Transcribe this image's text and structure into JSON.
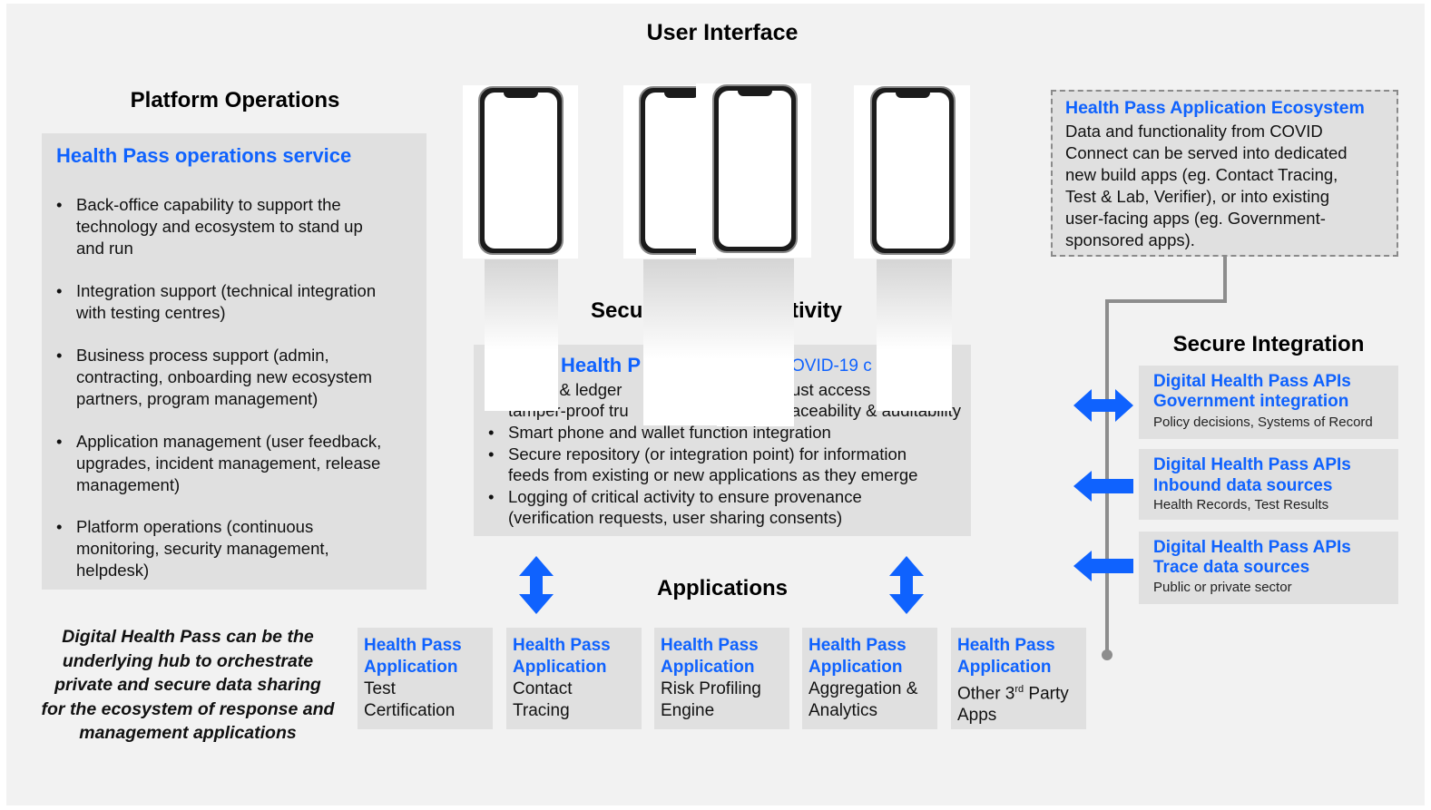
{
  "title": "User Interface",
  "platform": {
    "heading": "Platform Operations",
    "service_title": "Health Pass operations service",
    "items": [
      [
        "Back-office capability to support the",
        "technology and ecosystem to stand up",
        "and run"
      ],
      [
        "Integration support (technical integration",
        "with testing centres)"
      ],
      [
        "Business process support (admin,",
        "contracting, onboarding new ecosystem",
        "partners, program management)"
      ],
      [
        "Application management (user feedback,",
        "upgrades, incident management, release",
        "management)"
      ],
      [
        "Platform operations (continuous",
        "monitoring, security management,",
        "helpdesk)"
      ]
    ]
  },
  "secure_connectivity": {
    "heading_left": "Secu",
    "heading_right": "tivity",
    "box_title_left": "Health P",
    "box_title_right": "OVID-19 c",
    "line1_left": "ty & ledger",
    "line1_right": "ust access",
    "line2_left": "tamper-proof tru",
    "line2_right": "e, traceability & auditability",
    "items": [
      [
        "Smart phone and wallet function integration"
      ],
      [
        "Secure repository (or integration point) for information",
        "feeds from existing or new applications as they emerge"
      ],
      [
        "Logging of critical activity to ensure provenance",
        "(verification requests, user sharing consents)"
      ]
    ]
  },
  "ecosystem": {
    "title": "Health Pass Application Ecosystem",
    "lines": [
      "Data and functionality from COVID",
      "Connect can be served into dedicated",
      "new build apps (eg. Contact Tracing,",
      "Test & Lab, Verifier), or into existing",
      "user-facing apps (eg. Government-",
      "sponsored apps)."
    ]
  },
  "integration": {
    "heading": "Secure Integration",
    "boxes": [
      {
        "title1": "Digital Health Pass APIs",
        "title2": "Government integration",
        "desc": "Policy decisions, Systems of Record",
        "arrow": "double"
      },
      {
        "title1": "Digital Health Pass APIs",
        "title2": "Inbound data sources",
        "desc": "Health Records, Test Results",
        "arrow": "left"
      },
      {
        "title1": "Digital Health Pass APIs",
        "title2": "Trace data sources",
        "desc": "Public or private sector",
        "arrow": "left"
      }
    ]
  },
  "applications": {
    "heading": "Applications",
    "boxes": [
      {
        "l1": "Health Pass",
        "l2": "Application",
        "l3": "Test",
        "l4": "Certification"
      },
      {
        "l1": "Health Pass",
        "l2": "Application",
        "l3": "Contact",
        "l4": "Tracing"
      },
      {
        "l1": "Health Pass",
        "l2": "Application",
        "l3": "Risk Profiling",
        "l4": "Engine"
      },
      {
        "l1": "Health Pass",
        "l2": "Application",
        "l3": "Aggregation &",
        "l4": "Analytics"
      },
      {
        "l1": "Health Pass",
        "l2": "Application",
        "l3": "Other 3rd Party",
        "l4": "Apps"
      }
    ]
  },
  "hub_statement": [
    "Digital Health Pass can be the",
    "underlying hub to orchestrate",
    "private and secure data sharing",
    "for the ecosystem of response and",
    "management applications"
  ],
  "colors": {
    "accent": "#0f62fe",
    "panel": "#e0e0e0",
    "background": "#f2f2f2",
    "connector": "#8d8d8d"
  }
}
